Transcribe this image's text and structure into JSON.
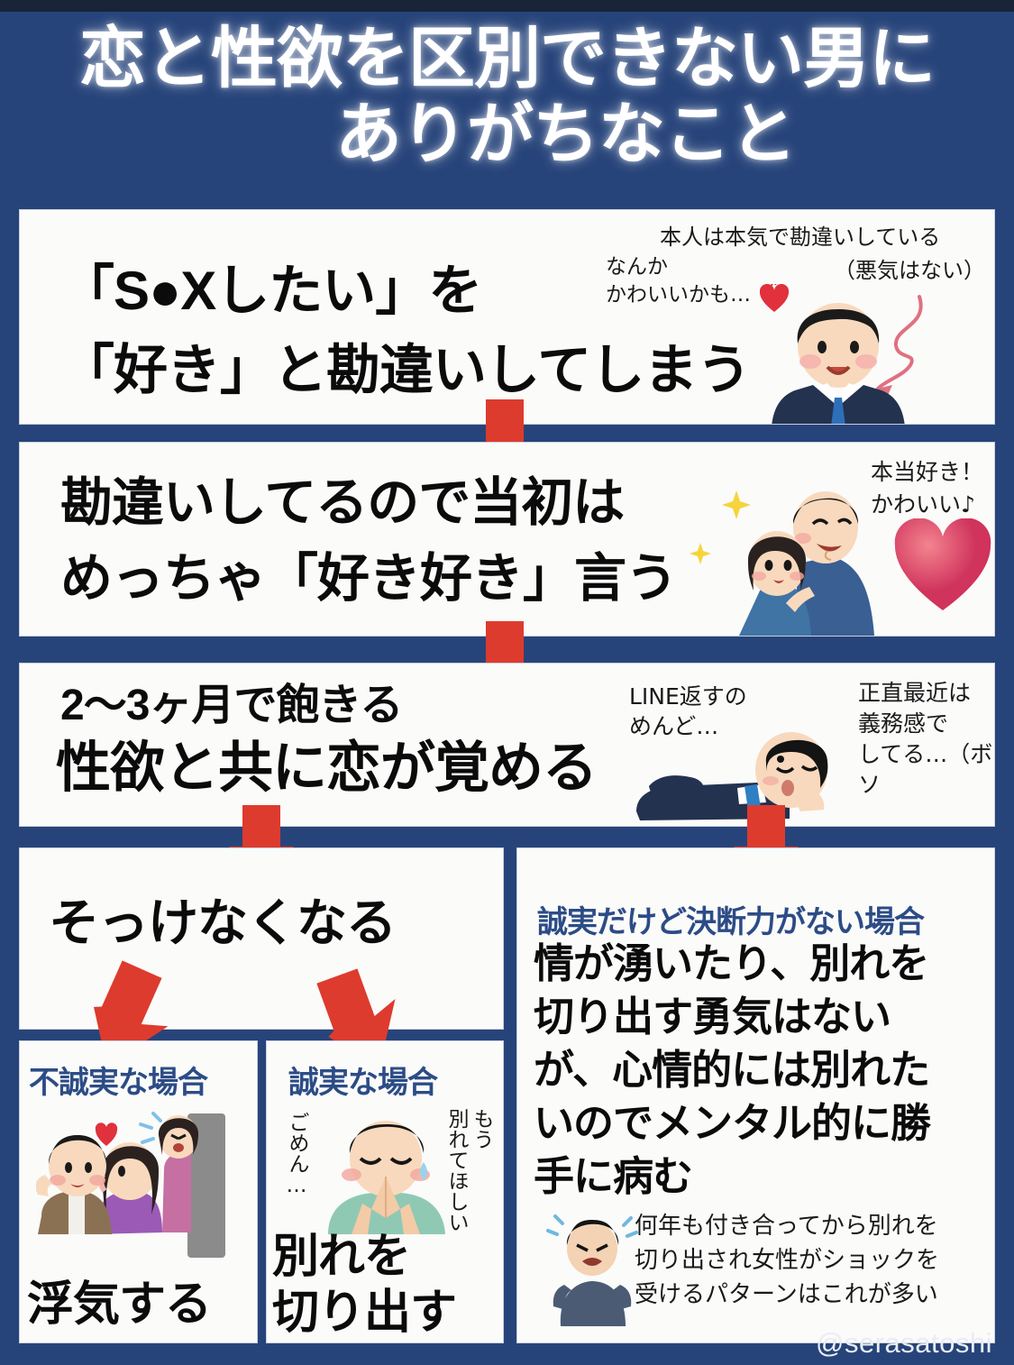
{
  "theme": {
    "background_navy": "#27447a",
    "top_strip": "#1a2438",
    "panel_white": "#fbfbfa",
    "arrow_red": "#dd3b2e",
    "heading_blue": "#2c4c86",
    "title_white": "#ffffff"
  },
  "title": {
    "line1": "恋と性欲を区別できない男に",
    "line2": "ありがちなこと"
  },
  "steps": [
    {
      "id": "step-1",
      "main_text": "「S●Xしたい」を\n「好き」と勘違いしてしまう",
      "notes": [
        {
          "id": "note-honnin",
          "text": "本人は本気で勘違いしている"
        },
        {
          "id": "note-warugi",
          "text": "（悪気はない）"
        },
        {
          "id": "note-nanka",
          "text": "なんか\nかわいいかも…"
        }
      ],
      "illustration": "smiling-businessman-blushing",
      "icons": [
        "heart-icon",
        "curved-arrow-icon"
      ]
    },
    {
      "id": "step-2",
      "main_text": "勘違いしてるので当初は\nめっちゃ「好き好き」言う",
      "notes": [
        {
          "id": "note-hontou",
          "text": "本当好き！\nかわいい♪"
        }
      ],
      "illustration": "happy-couple-hugging",
      "icons": [
        "sparkle-icon",
        "big-heart-icon"
      ]
    },
    {
      "id": "step-3",
      "main_text_small": "2〜3ヶ月で飽きる",
      "main_text": "性欲と共に恋が覚める",
      "notes": [
        {
          "id": "note-line",
          "text": "LINE返すの\nめんど…"
        },
        {
          "id": "note-shoujiki",
          "text": "正直最近は\n義務感で\nしてる…（ボソ"
        }
      ],
      "illustration": "bored-man-lying-down"
    },
    {
      "id": "step-4-left",
      "main_text": "そっけなくなる"
    }
  ],
  "branches": {
    "left_unfaithful": {
      "id": "branch-fuseijitsu",
      "heading": "不誠実な場合",
      "result": "浮気する",
      "illustration": "man-cheating-with-other-woman"
    },
    "left_faithful": {
      "id": "branch-seijitsu",
      "heading": "誠実な場合",
      "result": "別れを\n切り出す",
      "notes": [
        {
          "id": "note-gomen",
          "text": "ごめん…"
        },
        {
          "id": "note-wakarete",
          "text": "もう\n別れてほしい"
        }
      ],
      "illustration": "man-apologizing-hands-together"
    },
    "right_indecisive": {
      "id": "branch-ketsudanryoku-nai",
      "heading": "誠実だけど決断力がない場合",
      "body": "情が湧いたり、別れを\n切り出す勇気はない\nが、心情的には別れた\nいのでメンタル的に勝\n手に病む",
      "note": "何年も付き合ってから別れを\n切り出され女性がショックを\n受けるパターンはこれが多い",
      "illustration": "stressed-man-sweating"
    }
  },
  "watermark": "@serasatoshi"
}
